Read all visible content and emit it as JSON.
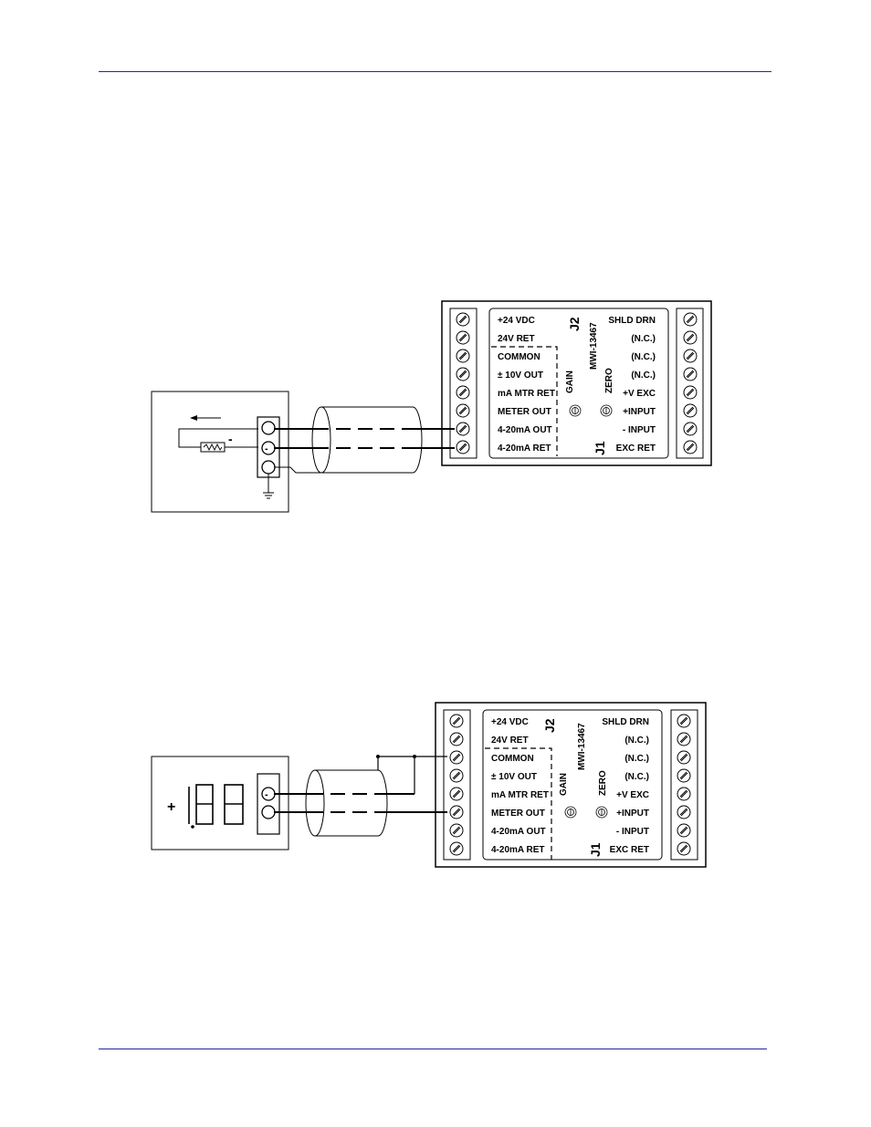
{
  "module": {
    "part_number": "MWI-13467",
    "j2_label": "J2",
    "j1_label": "J1",
    "gain_label": "GAIN",
    "zero_label": "ZERO",
    "left_terminals": [
      "+24 VDC",
      "24V RET",
      "COMMON",
      "± 10V OUT",
      "mA MTR RET",
      "METER OUT",
      "4-20mA OUT",
      "4-20mA RET"
    ],
    "right_terminals": [
      "SHLD DRN",
      "(N.C.)",
      "(N.C.)",
      "(N.C.)",
      "+V EXC",
      "+INPUT",
      "- INPUT",
      "EXC RET"
    ]
  },
  "figure1": {
    "load_minus": "-",
    "terminal_minus": "-"
  },
  "figure2": {
    "meter_plus": "+",
    "terminal_minus": "-"
  },
  "colors": {
    "rule": "#1b2a9e",
    "ink": "#000000"
  }
}
